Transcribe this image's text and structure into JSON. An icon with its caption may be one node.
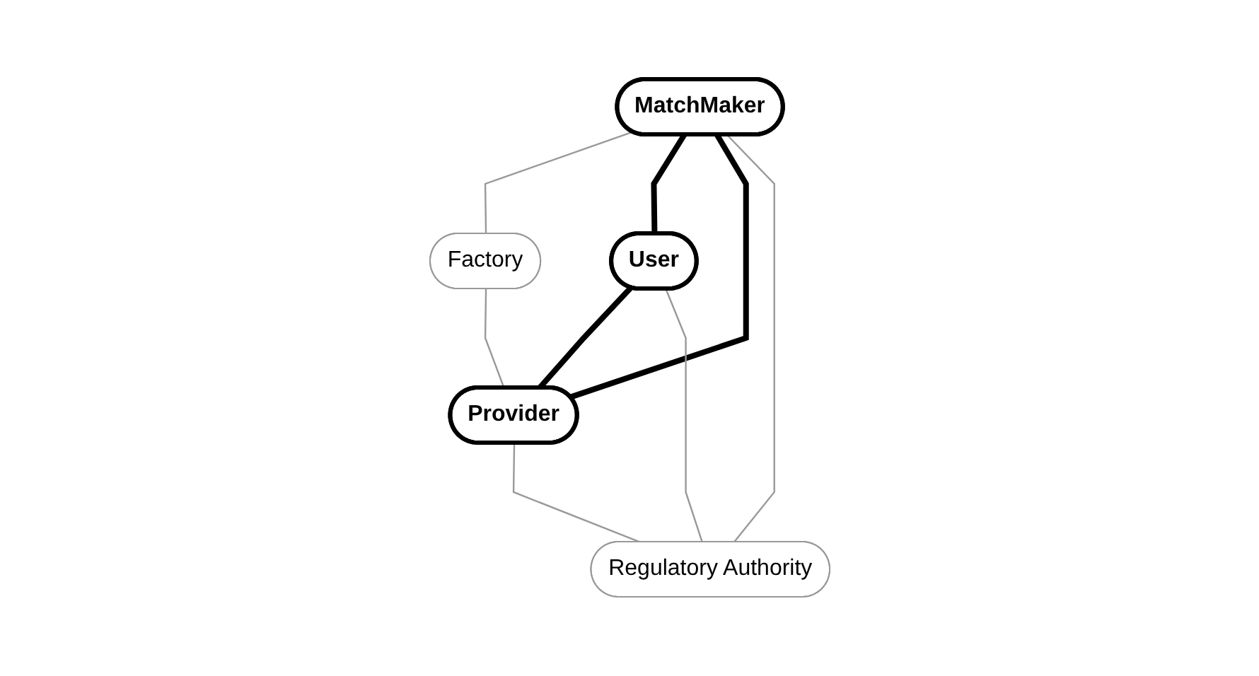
{
  "diagram": {
    "nodes": [
      {
        "text": [
          "MatchMaker"
        ]
      },
      {
        "text": [
          "Factory"
        ]
      },
      {
        "text": [
          "User"
        ]
      },
      {
        "text": [
          "Provider"
        ]
      },
      {
        "text": [
          "Regulatory Authority"
        ]
      }
    ],
    "edges": [
      {
        "from": 0,
        "to": 1,
        "arrow": "none"
      },
      {
        "from": 0,
        "to": 2,
        "arrow": "none",
        "style": "thick",
        "color": "#000000"
      },
      {
        "from": 0,
        "to": 3,
        "arrow": "none",
        "style": "thick",
        "color": "#000000"
      },
      {
        "from": 1,
        "to": 3,
        "arrow": "none"
      },
      {
        "from": 2,
        "to": 3,
        "arrow": "none",
        "style": "thick",
        "color": "#000000"
      },
      {
        "from": 0,
        "to": 4,
        "arrow": "none"
      },
      {
        "from": 2,
        "to": 4,
        "arrow": "none"
      },
      {
        "from": 3,
        "to": 4,
        "arrow": "none"
      }
    ]
  }
}
